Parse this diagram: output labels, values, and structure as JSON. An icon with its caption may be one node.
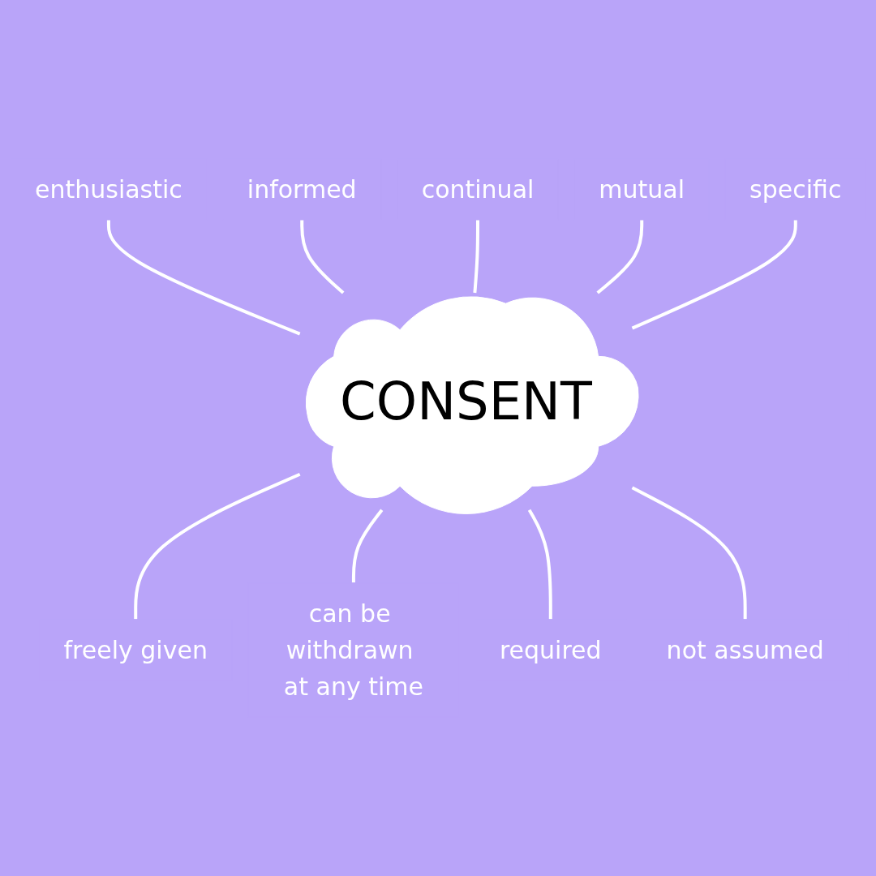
{
  "diagram": {
    "nodes": [
      {
        "text": [
          "continual"
        ]
      },
      {
        "text": [
          "specific"
        ]
      },
      {
        "text": [
          "enthusiastic"
        ]
      },
      {
        "text": [
          "mutual"
        ]
      },
      {
        "text": [
          "informed"
        ]
      },
      {
        "text": [
          "CONSENT"
        ]
      },
      {
        "text": [
          "freely given"
        ]
      },
      {
        "text": [
          "not assumed"
        ]
      },
      {
        "text": [
          "required"
        ]
      },
      {
        "text": [
          "can be withdrawn at any time"
        ]
      }
    ],
    "edges": [
      {
        "from": 2,
        "to": 5,
        "arrow": "none"
      },
      {
        "from": 4,
        "to": 5,
        "arrow": "none"
      },
      {
        "from": 0,
        "to": 5,
        "arrow": "none"
      },
      {
        "from": 3,
        "to": 5,
        "arrow": "none"
      },
      {
        "from": 1,
        "to": 5,
        "arrow": "none"
      },
      {
        "from": 5,
        "to": 6,
        "arrow": "none"
      },
      {
        "from": 5,
        "to": 9,
        "arrow": "none"
      },
      {
        "from": 5,
        "to": 8,
        "arrow": "none"
      },
      {
        "from": 5,
        "to": 7,
        "arrow": "none"
      }
    ]
  }
}
